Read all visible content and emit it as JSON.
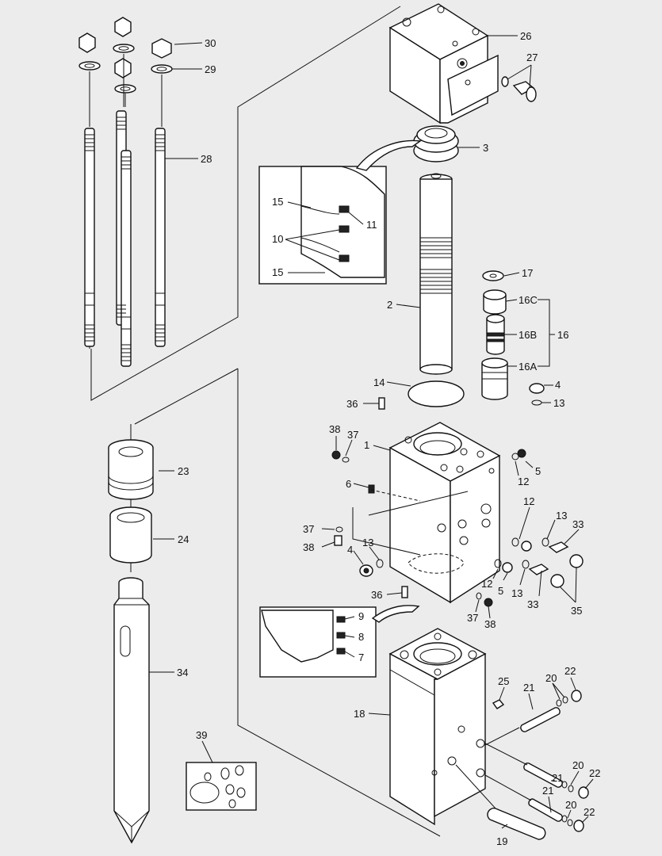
{
  "callouts": [
    {
      "id": "c30",
      "text": "30"
    },
    {
      "id": "c29",
      "text": "29"
    },
    {
      "id": "c28",
      "text": "28"
    },
    {
      "id": "c26",
      "text": "26"
    },
    {
      "id": "c27",
      "text": "27"
    },
    {
      "id": "c3",
      "text": "3"
    },
    {
      "id": "c15a",
      "text": "15"
    },
    {
      "id": "c11",
      "text": "11"
    },
    {
      "id": "c10",
      "text": "10"
    },
    {
      "id": "c15b",
      "text": "15"
    },
    {
      "id": "c2",
      "text": "2"
    },
    {
      "id": "c17",
      "text": "17"
    },
    {
      "id": "c16C",
      "text": "16C"
    },
    {
      "id": "c16B",
      "text": "16B"
    },
    {
      "id": "c16",
      "text": "16"
    },
    {
      "id": "c16A",
      "text": "16A"
    },
    {
      "id": "c14",
      "text": "14"
    },
    {
      "id": "c4a",
      "text": "4"
    },
    {
      "id": "c13a",
      "text": "13"
    },
    {
      "id": "c36a",
      "text": "36"
    },
    {
      "id": "c38a",
      "text": "38"
    },
    {
      "id": "c37a",
      "text": "37"
    },
    {
      "id": "c1",
      "text": "1"
    },
    {
      "id": "c5a",
      "text": "5"
    },
    {
      "id": "c12a",
      "text": "12"
    },
    {
      "id": "c6",
      "text": "6"
    },
    {
      "id": "c23",
      "text": "23"
    },
    {
      "id": "c12b",
      "text": "12"
    },
    {
      "id": "c13b",
      "text": "13"
    },
    {
      "id": "c33a",
      "text": "33"
    },
    {
      "id": "c37b",
      "text": "37"
    },
    {
      "id": "c38b",
      "text": "38"
    },
    {
      "id": "c24",
      "text": "24"
    },
    {
      "id": "c4b",
      "text": "4"
    },
    {
      "id": "c13c",
      "text": "13"
    },
    {
      "id": "c12c",
      "text": "12"
    },
    {
      "id": "c5b",
      "text": "5"
    },
    {
      "id": "c13d",
      "text": "13"
    },
    {
      "id": "c33b",
      "text": "33"
    },
    {
      "id": "c35",
      "text": "35"
    },
    {
      "id": "c36b",
      "text": "36"
    },
    {
      "id": "c37c",
      "text": "37"
    },
    {
      "id": "c38c",
      "text": "38"
    },
    {
      "id": "c9",
      "text": "9"
    },
    {
      "id": "c8",
      "text": "8"
    },
    {
      "id": "c7",
      "text": "7"
    },
    {
      "id": "c34",
      "text": "34"
    },
    {
      "id": "c25",
      "text": "25"
    },
    {
      "id": "c20a",
      "text": "20"
    },
    {
      "id": "c22a",
      "text": "22"
    },
    {
      "id": "c21a",
      "text": "21"
    },
    {
      "id": "c18",
      "text": "18"
    },
    {
      "id": "c39",
      "text": "39"
    },
    {
      "id": "c21b",
      "text": "21"
    },
    {
      "id": "c20b",
      "text": "20"
    },
    {
      "id": "c22b",
      "text": "22"
    },
    {
      "id": "c21c",
      "text": "21"
    },
    {
      "id": "c20c",
      "text": "20"
    },
    {
      "id": "c22c",
      "text": "22"
    },
    {
      "id": "c19",
      "text": "19"
    }
  ]
}
